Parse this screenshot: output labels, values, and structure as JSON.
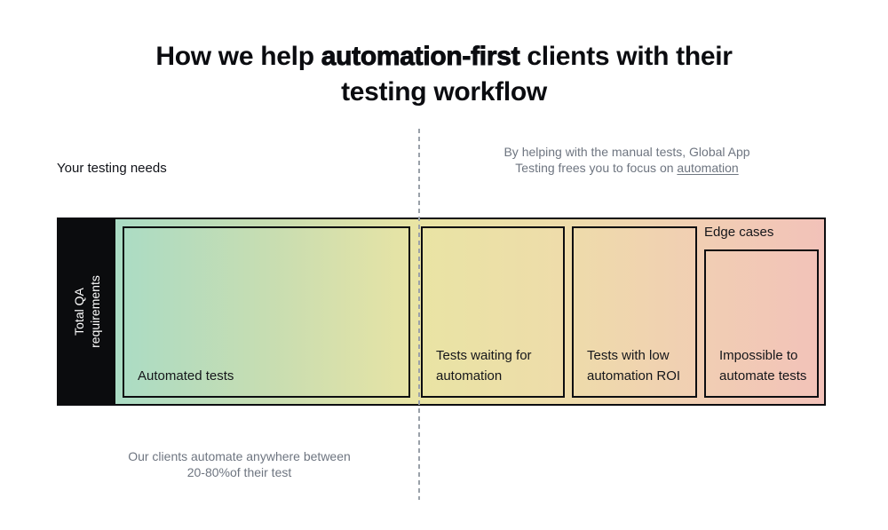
{
  "title": {
    "pre": "How we help ",
    "strong": "automation-first",
    "post_line1": " clients with their",
    "line2": "testing workflow"
  },
  "annotations": {
    "left_label": "Your testing needs",
    "right_note": {
      "line1": "By helping with the manual tests, Global App",
      "line2_pre": "Testing frees you to focus on ",
      "link": "automation"
    },
    "bottom_note": {
      "line1": "Our clients automate anywhere between",
      "line2": "20-80%of their test"
    }
  },
  "bar": {
    "qa_label": {
      "line1": "Total QA",
      "line2": "requirements"
    },
    "edge_cases_label": "Edge cases",
    "segments": [
      {
        "label": "Automated tests"
      },
      {
        "label": "Tests waiting for automation"
      },
      {
        "label": "Tests with low automation ROI"
      },
      {
        "label": "Impossible to automate tests"
      }
    ]
  },
  "colors": {
    "gradient_start": "#a7dac4",
    "gradient_mid_yellow": "#e9e4a4",
    "gradient_end_pink": "#f2c2b9",
    "qa_box_black": "#0b0c0e",
    "note_gray": "#6e7580",
    "dashed_line_gray": "#9aa1a9",
    "border_black": "#0c0d10"
  }
}
